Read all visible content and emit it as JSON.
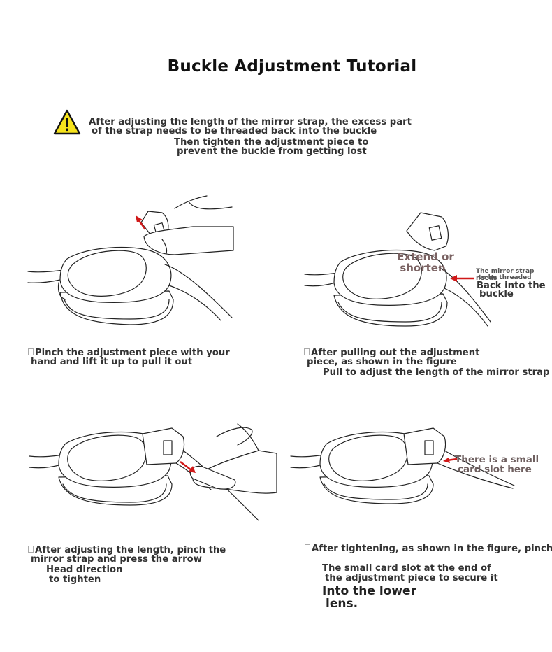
{
  "title": "Buckle Adjustment Tutorial",
  "warning": {
    "icon": "warning-icon",
    "line1": "After adjusting the length of the mirror strap, the excess part",
    "line2": "of the strap needs to be threaded back into the buckle",
    "line3": "Then tighten the adjustment piece to",
    "line4": "prevent the buckle from getting lost"
  },
  "step1": {
    "line1": "Pinch the adjustment piece with your",
    "line2": "hand and lift it up to pull it out"
  },
  "step2": {
    "label_extend_1": "Extend or",
    "label_extend_2": "shorten",
    "label_thread_1": "The mirror strap needs",
    "label_thread_2": "to be threaded",
    "label_back_1": "Back into the",
    "label_back_2": "buckle",
    "line1": "After pulling out the adjustment",
    "line2": "piece, as shown in the figure",
    "line3": "Pull to adjust the length of the mirror strap"
  },
  "step3": {
    "line1": "After adjusting the length, pinch the",
    "line2": "mirror strap and press the arrow",
    "line3": "Head direction",
    "line4": "to tighten"
  },
  "step4": {
    "label_slot_1": "There is a small",
    "label_slot_2": "card slot here",
    "line1": "After tightening, as shown in the figure, pinch th",
    "line2": "The small card slot at the end of",
    "line3": "the adjustment piece to secure it",
    "line4": "Into the lower",
    "line5": "lens."
  },
  "colors": {
    "arrow": "#d01818",
    "warning": "#f6e31c",
    "label": "#7a6262"
  }
}
